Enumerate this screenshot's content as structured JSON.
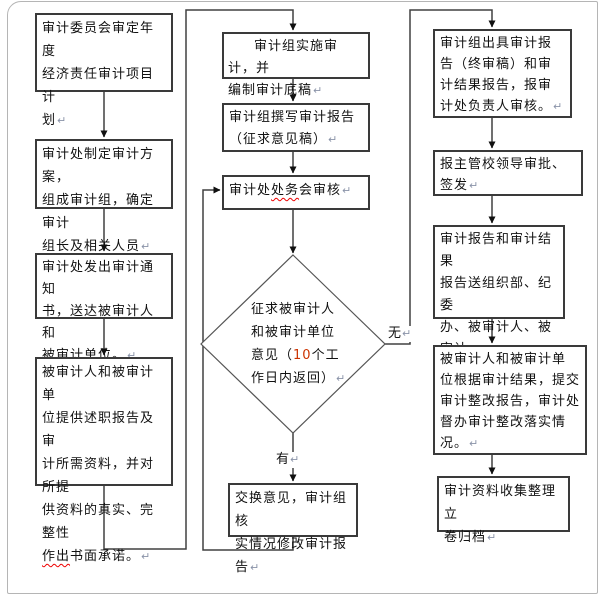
{
  "meta": {
    "return_mark": "↵"
  },
  "colors": {
    "box_border": "#3a3a3a",
    "connector": "#404040",
    "highlight_number": "#cc3300",
    "spellcheck_underline": "#ee0000",
    "frame_border": "#b5b5b5"
  },
  "labels": {
    "no": "无",
    "yes": "有"
  },
  "nodes": {
    "annual_plan": {
      "text": "审计委员会审定年度\n经济责任审计项目计\n划"
    },
    "audit_scheme": {
      "text": "审计处制定审计方案，\n组成审计组，确定审计\n组长及相关人员"
    },
    "audit_notice": {
      "text": "审计处发出审计通知\n书，送达被审计人和\n被审计单位。"
    },
    "auditee_materials": {
      "pre": "被审计人和被审计单\n位提供述职报告及审\n计所需资料，并对所提\n供资料的真实、完整性\n",
      "marked": "作出",
      "post": "书面承诺。"
    },
    "implement_audit": {
      "text": "审计组实施审计，并\n编制审计底稿"
    },
    "draft_report": {
      "text": "审计组撰写审计报告\n（征求意见稿）"
    },
    "division_review": {
      "pre": "审计处",
      "marked": "处务",
      "post": "会审核"
    },
    "solicit_opinions": {
      "pre": "征求被审计人\n和被审计单位\n意见（",
      "num": "10",
      "post": "个工\n作日内返回）"
    },
    "exchange_revise": {
      "text": "交换意见，审计组核\n实情况修改审计报告"
    },
    "final_report": {
      "text": "审计组出具审计报\n告（终审稿）和审\n计结果报告，报审\n计处负责人审核。"
    },
    "leader_approval": {
      "text": "报主管校领导审批、\n签发"
    },
    "report_distribution": {
      "text": "审计报告和审计结果\n报告送组织部、纪委\n办、被审计人、被审计\n单位及有关单位。"
    },
    "rectification": {
      "text": "被审计人和被审计单\n位根据审计结果，提交\n审计整改报告，审计处\n督办审计整改落实情\n况。"
    },
    "archive": {
      "text": "审计资料收集整理立\n卷归档"
    }
  }
}
